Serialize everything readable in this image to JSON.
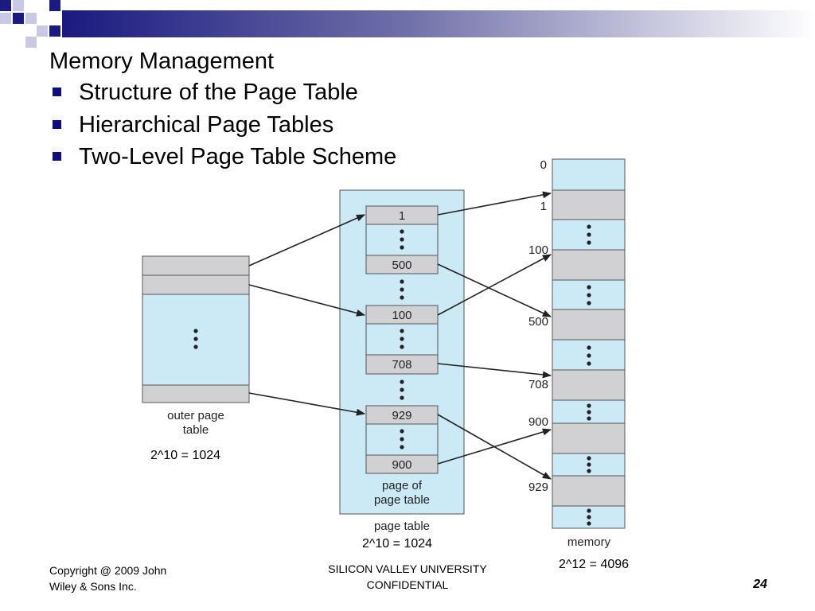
{
  "slide": {
    "title": "Memory Management",
    "bullets": [
      "Structure of the Page Table",
      "Hierarchical Page Tables",
      "Two-Level Page Table Scheme"
    ]
  },
  "diagram": {
    "outer_table": {
      "label_line1": "outer page",
      "label_line2": "table",
      "size_note": "2^10 = 1024"
    },
    "page_table": {
      "entries": [
        "1",
        "500",
        "100",
        "708",
        "929",
        "900"
      ],
      "inner_label_line1": "page of",
      "inner_label_line2": "page table",
      "label": "page table",
      "size_note": "2^10 = 1024"
    },
    "memory": {
      "addresses": [
        "0",
        "1",
        "100",
        "500",
        "708",
        "900",
        "929"
      ],
      "label": "memory",
      "size_note": "2^12 = 4096"
    }
  },
  "footer": {
    "copyright_line1": "Copyright @ 2009 John",
    "copyright_line2": "Wiley & Sons Inc.",
    "center_line1": "SILICON VALLEY UNIVERSITY",
    "center_line2": "CONFIDENTIAL",
    "page_number": "24"
  },
  "colors": {
    "accent": "#0d0d80",
    "light_blue": "#cce9f6",
    "gray": "#d1d1d3"
  }
}
